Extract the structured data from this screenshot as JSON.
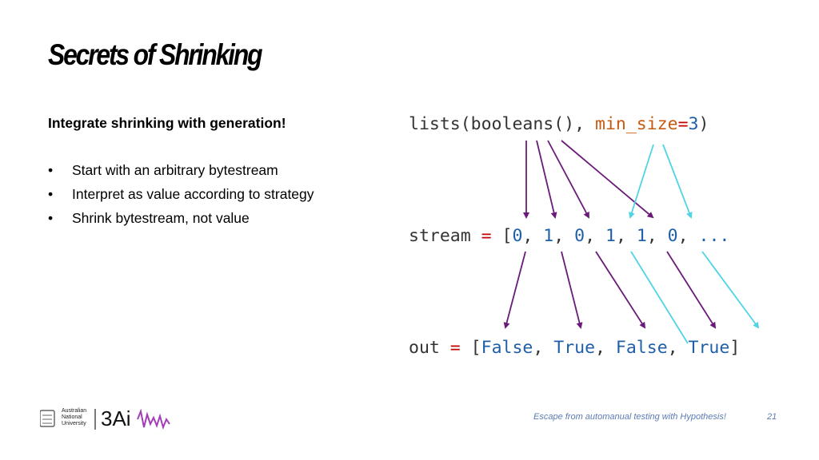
{
  "slide": {
    "title": "Secrets of Shrinking",
    "subhead": "Integrate shrinking with generation!",
    "bullets": [
      "Start with an arbitrary bytestream",
      "Interpret as value according to strategy",
      "Shrink bytestream, not value"
    ],
    "bullet_glyph": "•"
  },
  "code": {
    "line1": {
      "fn": "lists(booleans(), ",
      "kw": "min_size",
      "eq": "=",
      "num": "3",
      "close": ")"
    },
    "line2": {
      "name": "stream ",
      "eq": "=",
      "open": " [",
      "items": [
        "0",
        "1",
        "0",
        "1",
        "1",
        "0"
      ],
      "sep": ", ",
      "tail": "..."
    },
    "line3": {
      "name": "out ",
      "eq": "=",
      "open": " [",
      "items": [
        "False",
        "True",
        "False",
        "True"
      ],
      "sep": ", ",
      "close": "]"
    }
  },
  "logo": {
    "institution_line1": "Australian",
    "institution_line2": "National",
    "institution_line3": "University",
    "brand": "3Ai"
  },
  "footer": {
    "text": "Escape from automanual testing with Hypothesis!",
    "page": "21"
  },
  "colors": {
    "arrow_purple": "#6a1b7a",
    "arrow_cyan": "#4fd4e6",
    "accent_blue": "#5b7bb5"
  }
}
